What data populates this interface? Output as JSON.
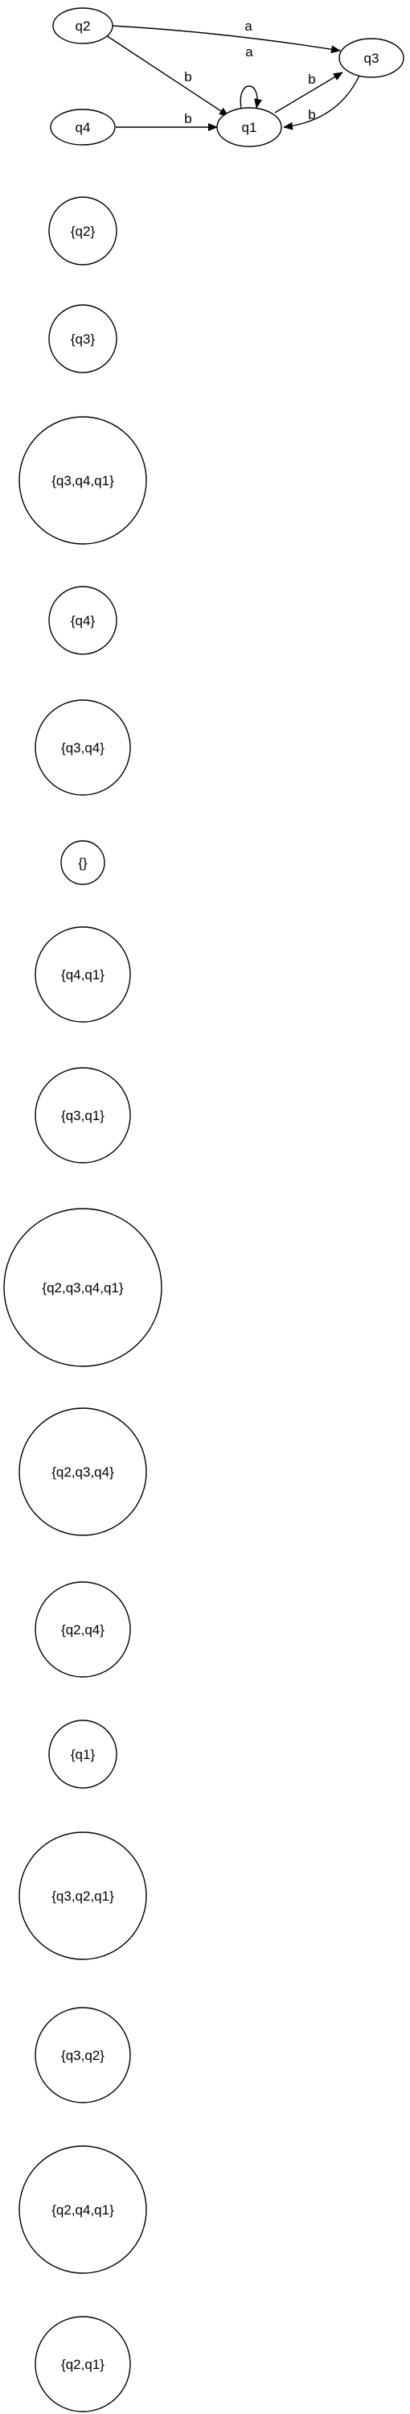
{
  "graph": {
    "nodes": [
      {
        "id": "q2",
        "label": "q2"
      },
      {
        "id": "q4",
        "label": "q4"
      },
      {
        "id": "q1",
        "label": "q1"
      },
      {
        "id": "q3",
        "label": "q3"
      }
    ],
    "edges": [
      {
        "from": "q2",
        "to": "q3",
        "label": "a"
      },
      {
        "from": "q2",
        "to": "q1",
        "label": "b"
      },
      {
        "from": "q4",
        "to": "q1",
        "label": "b"
      },
      {
        "from": "q1",
        "to": "q1",
        "label": "a"
      },
      {
        "from": "q1",
        "to": "q3",
        "label": "b"
      },
      {
        "from": "q3",
        "to": "q1",
        "label": "b"
      }
    ]
  },
  "states": [
    "{q2}",
    "{q3}",
    "{q3,q4,q1}",
    "{q4}",
    "{q3,q4}",
    "{}",
    "{q4,q1}",
    "{q3,q1}",
    "{q2,q3,q4,q1}",
    "{q2,q3,q4}",
    "{q2,q4}",
    "{q1}",
    "{q3,q2,q1}",
    "{q3,q2}",
    "{q2,q4,q1}",
    "{q2,q1}"
  ],
  "colors": {
    "stroke": "#000000",
    "fill": "#ffffff",
    "text": "#000000"
  }
}
